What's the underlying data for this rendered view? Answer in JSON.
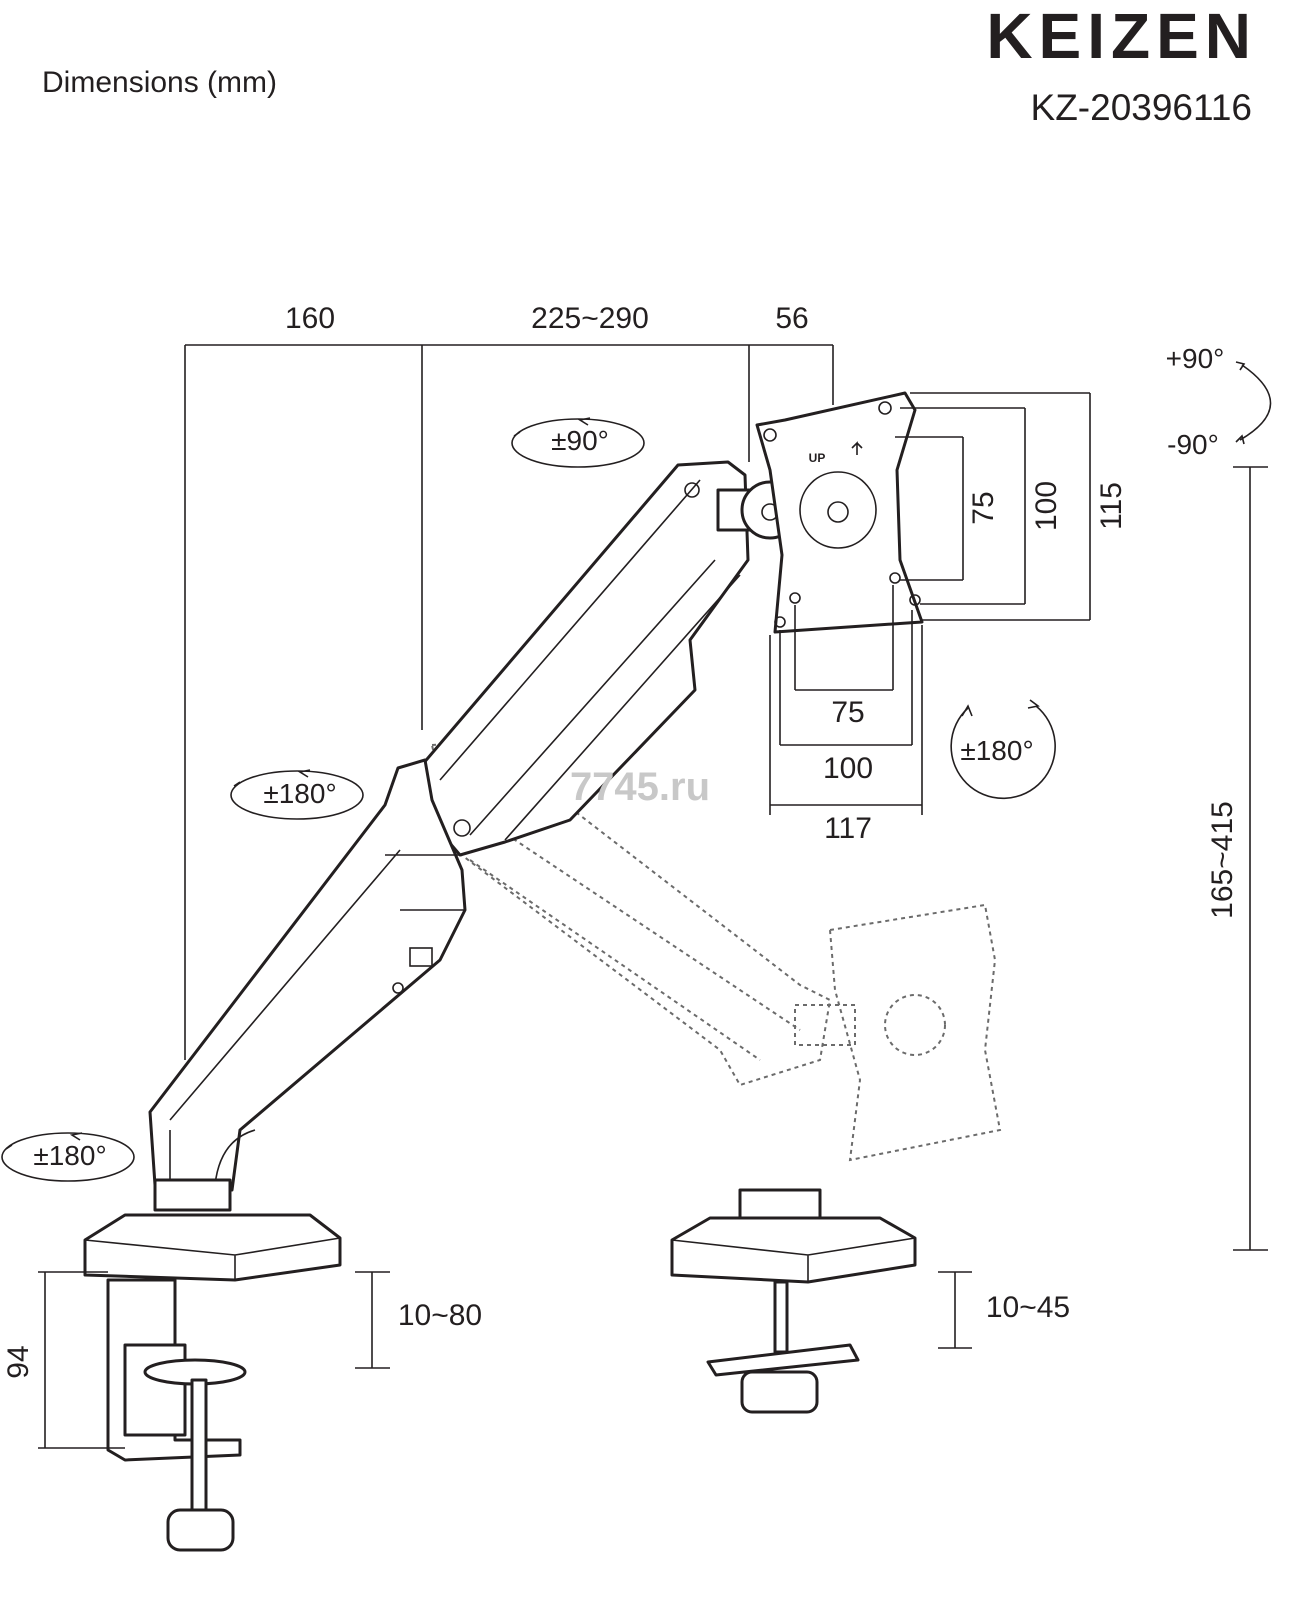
{
  "header": {
    "title": "Dimensions (mm)",
    "brand": "KEIZEN",
    "model": "KZ-20396116"
  },
  "dimensions": {
    "top": [
      "160",
      "225~290",
      "56"
    ],
    "vesa_vertical": [
      "75",
      "100",
      "115"
    ],
    "vesa_horizontal": [
      "75",
      "100",
      "117"
    ],
    "height_range": "165~415",
    "clamp_thickness": "10~80",
    "grommet_thickness": "10~45",
    "clamp_height": "94"
  },
  "rotations": {
    "head_tilt": "±90°",
    "elbow": "±180°",
    "base": "±180°",
    "plate_rotate": "±180°",
    "tilt_up": "+90°",
    "tilt_down": "-90°"
  },
  "plate_label": "UP",
  "watermark": "7745.ru",
  "colors": {
    "line": "#231f20",
    "watermark": "#c8c8c8"
  }
}
